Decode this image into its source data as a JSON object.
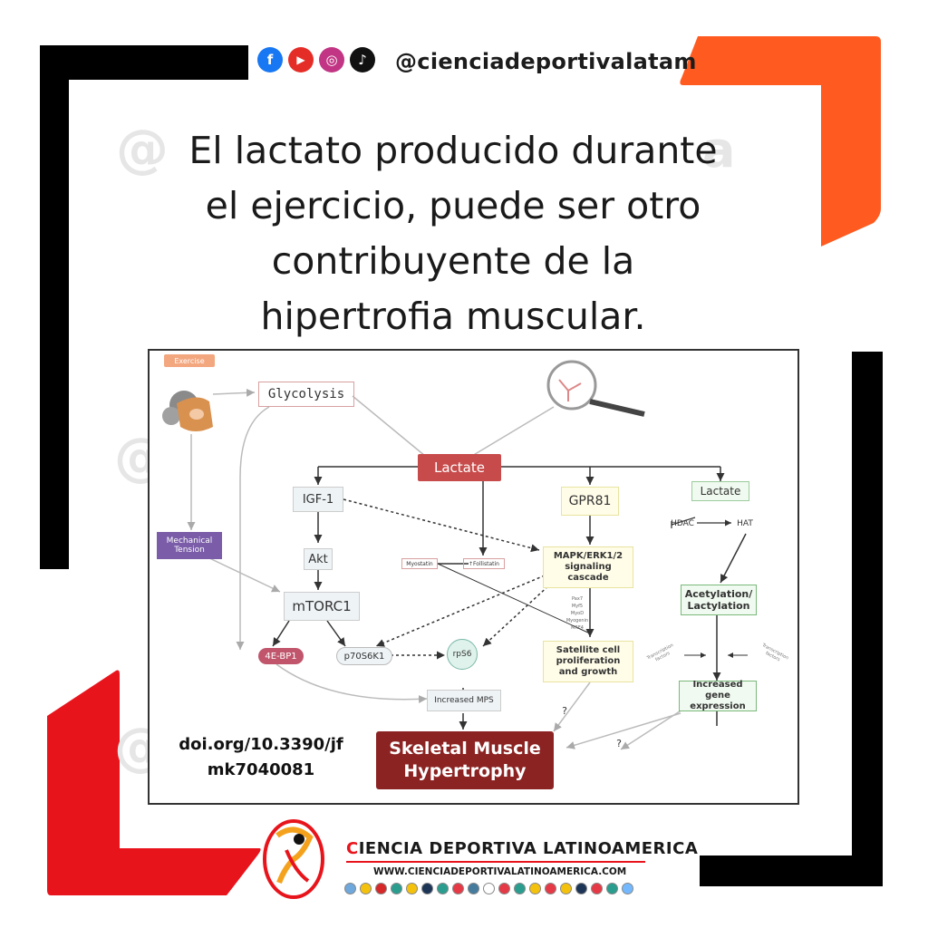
{
  "social": {
    "handle": "@cienciadeportivalatam",
    "icons": [
      {
        "name": "facebook-icon",
        "glyph": "f",
        "color": "#1877f2"
      },
      {
        "name": "youtube-icon",
        "glyph": "▶",
        "color": "#e52d27"
      },
      {
        "name": "instagram-icon",
        "glyph": "◎",
        "color": "#c13584"
      },
      {
        "name": "tiktok-icon",
        "glyph": "♪",
        "color": "#111111"
      }
    ]
  },
  "headline": {
    "line1": "El lactato producido durante",
    "line2": "el ejercicio, puede ser otro",
    "line3": "contribuyente de la",
    "line4": "hipertrofia muscular."
  },
  "watermark": {
    "at": "@",
    "a": "a"
  },
  "colors": {
    "orange": "#ff5a1f",
    "red": "#e8141c",
    "frame": "#000000"
  },
  "figure": {
    "exercise": "Exercise",
    "glycolysis": "Glycolysis",
    "lactate_main": "Lactate",
    "igf1": "IGF-1",
    "gpr81": "GPR81",
    "lactate_right": "Lactate",
    "hdac": "HDAC",
    "hat": "HAT",
    "mechanical_tension": "Mechanical Tension",
    "akt": "Akt",
    "myostatin": "Myostatin",
    "follistatin": "↑Follistatin",
    "mapk_line1": "MAPK/ERK1/2",
    "mapk_line2": "signaling",
    "mapk_line3": "cascade",
    "mtorc1": "mTORC1",
    "acetylation_line1": "Acetylation/",
    "acetylation_line2": "Lactylation",
    "factors": [
      "Pax7",
      "Myf5",
      "MyoD",
      "Myogenin",
      "MRF4"
    ],
    "fourebp1": "4E-BP1",
    "p70s6k1": "p70S6K1",
    "rps6": "rpS6",
    "satellite_line1": "Satellite cell",
    "satellite_line2": "proliferation",
    "satellite_line3": "and growth",
    "transcription": "Transcription factors",
    "increased_mps": "Increased MPS",
    "gene_line1": "Increased gene",
    "gene_line2": "expression",
    "question": "?",
    "hyper_line1": "Skeletal Muscle",
    "hyper_line2": "Hypertrophy"
  },
  "doi": {
    "line1": "doi.org/10.3390/jf",
    "line2": "mk7040081"
  },
  "brand": {
    "name_first": "C",
    "name_rest": "IENCIA DEPORTIVA LATINOAMERICA",
    "url": "WWW.CIENCIADEPORTIVALATINOAMERICA.COM",
    "flag_colors": [
      "#6fa8dc",
      "#f4c20d",
      "#d62828",
      "#2a9d8f",
      "#f4c20d",
      "#1d3557",
      "#2a9d8f",
      "#e63946",
      "#457b9d",
      "#ffffff",
      "#e63946",
      "#2a9d8f",
      "#f4c20d",
      "#e63946",
      "#f4c20d",
      "#1d3557",
      "#e63946",
      "#2a9d8f",
      "#74b9ff"
    ]
  }
}
